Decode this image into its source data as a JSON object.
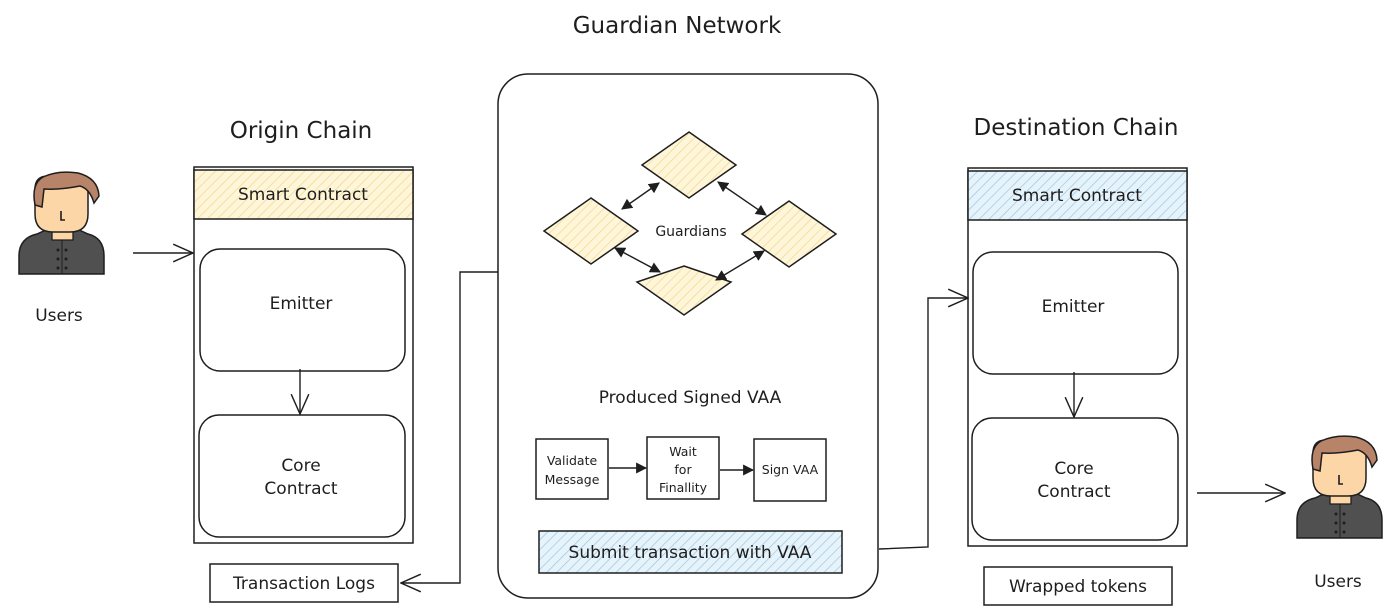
{
  "titles": {
    "guardian_network": "Guardian Network",
    "origin_chain": "Origin Chain",
    "destination_chain": "Destination Chain"
  },
  "origin": {
    "smart_contract": "Smart Contract",
    "emitter": "Emitter",
    "core_contract_line1": "Core",
    "core_contract_line2": "Contract",
    "transaction_logs": "Transaction Logs"
  },
  "destination": {
    "smart_contract": "Smart Contract",
    "emitter": "Emitter",
    "core_contract_line1": "Core",
    "core_contract_line2": "Contract",
    "wrapped_tokens": "Wrapped tokens"
  },
  "guardian": {
    "guardians_label": "Guardians",
    "produced_signed_vaa": "Produced Signed VAA",
    "validate_line1": "Validate",
    "validate_line2": "Message",
    "wait_line1": "Wait",
    "wait_line2": "for",
    "wait_line3": "Finallity",
    "sign_vaa": "Sign VAA",
    "submit_tx": "Submit transaction with VAA"
  },
  "users": {
    "left_label": "Users",
    "right_label": "Users"
  },
  "colors": {
    "stroke": "#1e1e1e",
    "yellow_fill": "#fff6da",
    "yellow_hatch": "#f0d990",
    "blue_fill": "#e7f3fb",
    "blue_hatch": "#9fc9e3",
    "skin": "#fcd6a6",
    "hair": "#b7846a",
    "shirt": "#505050"
  }
}
